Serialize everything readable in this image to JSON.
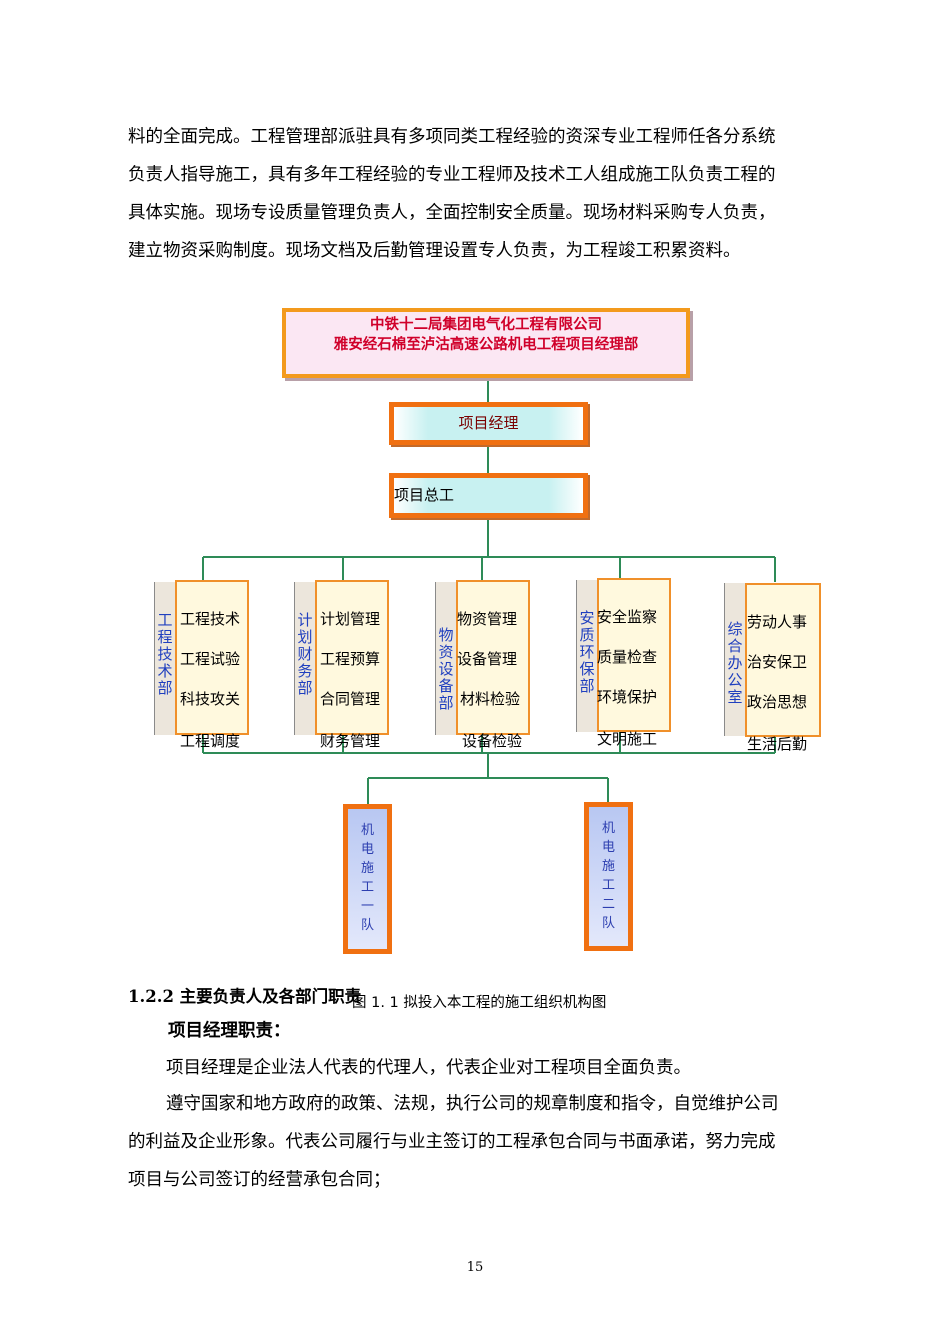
{
  "intro_lines": [
    "料的全面完成。工程管理部派驻具有多项同类工程经验的资深专业工程师任各分系统",
    "负责人指导施工，具有多年工程经验的专业工程师及技术工人组成施工队负责工程的",
    "具体实施。现场专设质量管理负责人，全面控制安全质量。现场材料采购专人负责，",
    "建立物资采购制度。现场文档及后勤管理设置专人负责，为工程竣工积累资料。"
  ],
  "chart": {
    "hq_line1": "中铁十二局集团电气化工程有限公司",
    "hq_line2": "雅安经石棉至泸沽高速公路机电工程项目经理部",
    "manager": "项目经理",
    "chief_engineer": "项目总工",
    "departments": [
      {
        "name_chars": [
          "工",
          "程",
          "技",
          "术",
          "部"
        ],
        "duties": [
          "工程技术",
          "工程试验",
          "科技攻关",
          "工程调度"
        ]
      },
      {
        "name_chars": [
          "计",
          "划",
          "财",
          "务",
          "部"
        ],
        "duties": [
          "计划管理",
          "工程预算",
          "合同管理",
          "财务管理"
        ]
      },
      {
        "name_chars": [
          "物",
          "资",
          "设",
          "备",
          "部"
        ],
        "duties": [
          "物资管理",
          "设备管理",
          "材料检验",
          "设备检验"
        ]
      },
      {
        "name_chars": [
          "安",
          "质",
          "环",
          "保",
          "部"
        ],
        "duties": [
          "安全监察",
          "质量检查",
          "环境保护",
          "文明施工"
        ]
      },
      {
        "name_chars": [
          "综",
          "合",
          "办",
          "公",
          "室"
        ],
        "duties": [
          "劳动人事",
          "治安保卫",
          "政治思想",
          "生活后勤"
        ]
      }
    ],
    "teams": [
      {
        "chars": [
          "机",
          "电",
          "施",
          "工",
          "一",
          "队"
        ]
      },
      {
        "chars": [
          "机",
          "电",
          "施",
          "工",
          "二",
          "队"
        ]
      }
    ],
    "caption": "图 1. 1 拟投入本工程的施工组织机构图",
    "line_color": "#2e8b57"
  },
  "section_heading": "1.2.2  主要负责人及各部门职责",
  "subheading": "项目经理职责：",
  "body_lines": [
    "项目经理是企业法人代表的代理人，代表企业对工程项目全面负责。",
    "遵守国家和地方政府的政策、法规，执行公司的规章制度和指令，自觉维护公司",
    "的利益及企业形象。代表公司履行与业主签订的工程承包合同与书面承诺，努力完成",
    "项目与公司签订的经营承包合同；"
  ],
  "page_number": "15"
}
